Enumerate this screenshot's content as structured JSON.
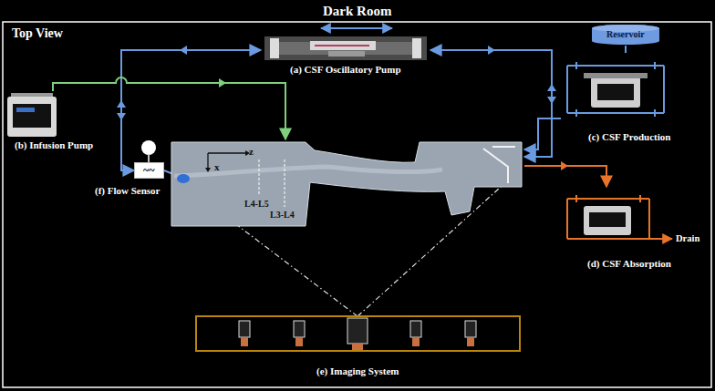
{
  "diagram": {
    "title": "Dark Room",
    "nodes": [
      {
        "text": [
          "(a) CSF Oscillatory Pump"
        ]
      },
      {
        "text": [
          "(b) Infusion Pump"
        ]
      },
      {
        "text": [
          "~~"
        ]
      },
      {
        "text": [
          "(f) Flow Sensor"
        ]
      },
      {
        "text": [
          "L4-L5",
          "L3-L4"
        ]
      },
      {
        "text": [
          "Reservoir"
        ]
      },
      {
        "text": [
          "(c) CSF Production"
        ]
      },
      {
        "text": [
          "(d) CSF Absorption"
        ]
      },
      {
        "text": [
          "(e) Imaging System"
        ]
      }
    ],
    "edges": [
      {
        "from": 0,
        "to": 2,
        "arrow": "both"
      },
      {
        "from": 0,
        "to": 4,
        "arrow": "both"
      },
      {
        "from": 1,
        "to": 4,
        "arrow": "to"
      },
      {
        "from": 6,
        "to": 4,
        "arrow": "to"
      },
      {
        "from": 5,
        "to": 6,
        "arrow": "none"
      },
      {
        "from": 4,
        "to": 7,
        "arrow": "to"
      }
    ],
    "labels": [
      "Top View",
      "z",
      "x",
      "Drain"
    ]
  }
}
